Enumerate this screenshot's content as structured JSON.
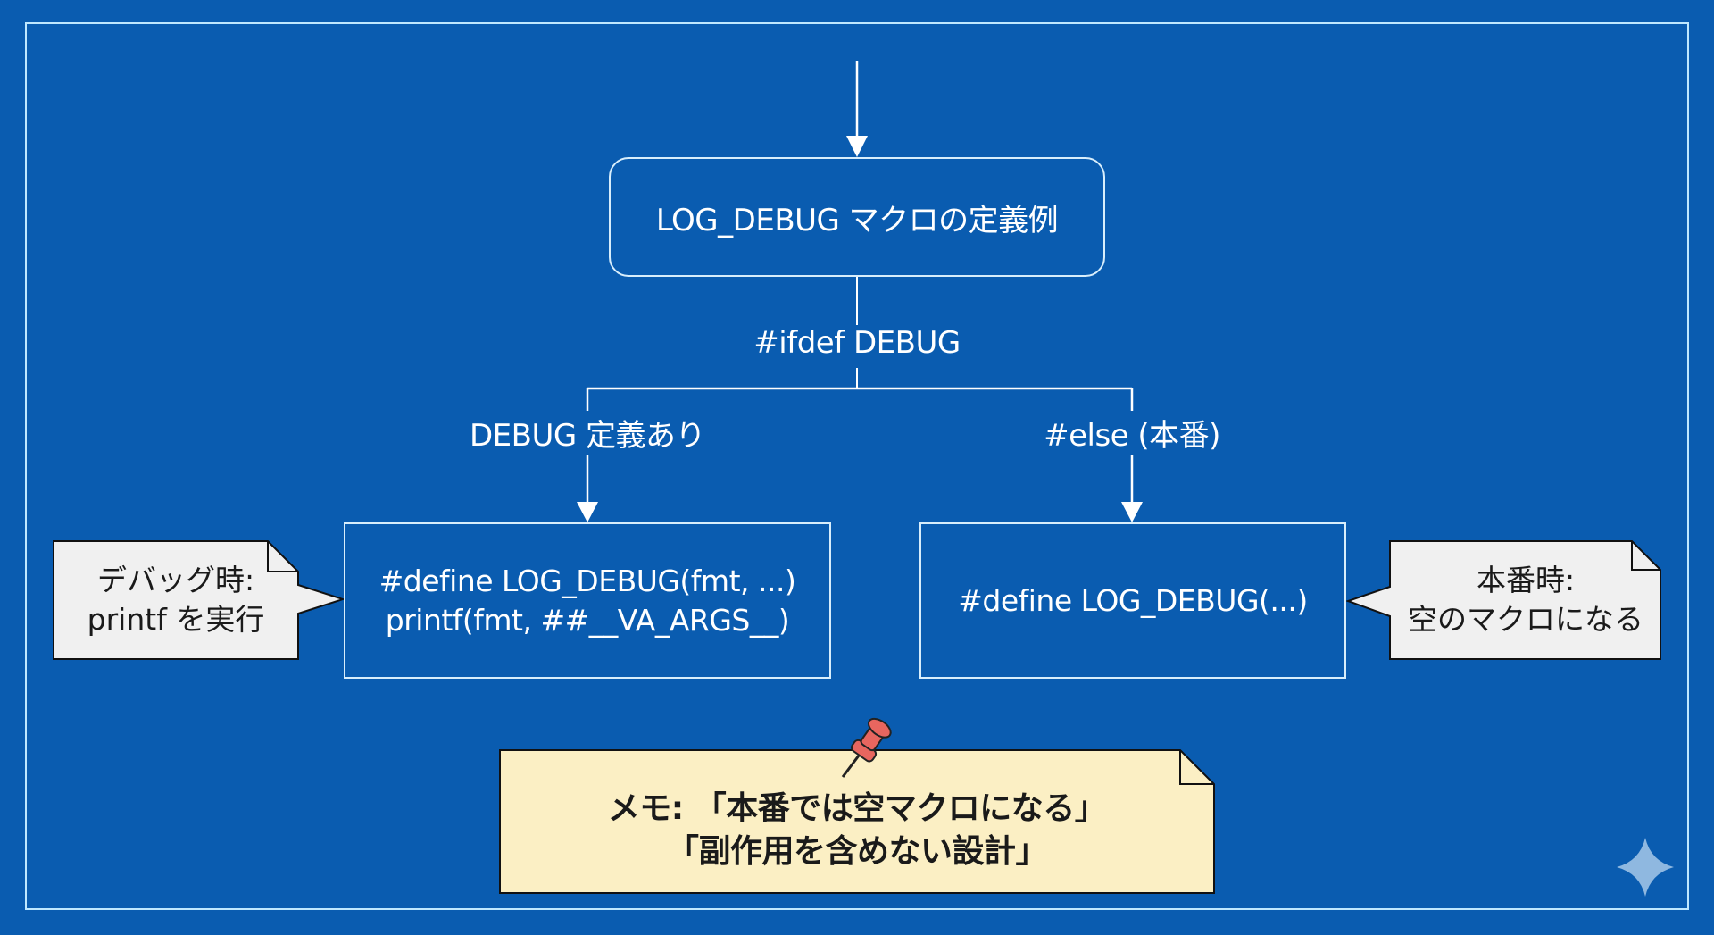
{
  "diagram": {
    "title_box": "LOG_DEBUG マクロの定義例",
    "condition_label": "#ifdef DEBUG",
    "branch_left_label": "DEBUG 定義あり",
    "branch_right_label": "#else (本番)",
    "left_box": {
      "line1": "#define LOG_DEBUG(fmt, ...)",
      "line2": "printf(fmt, ##__VA_ARGS__)"
    },
    "right_box": {
      "line1": "#define LOG_DEBUG(...)"
    },
    "left_callout": {
      "line1": "デバッグ時:",
      "line2": "printf を実行"
    },
    "right_callout": {
      "line1": "本番時:",
      "line2": "空のマクロになる"
    },
    "memo": {
      "line1": "メモ: 「本番では空マクロになる」",
      "line2": "「副作用を含めない設計」"
    }
  },
  "colors": {
    "background": "#0a5cb0",
    "frame": "#bfe8ff",
    "callout": "#f0f0f0",
    "memo": "#fbefc4",
    "pin": "#e8665f",
    "sparkle": "#8fb8e0"
  },
  "icons": {
    "pin": "pushpin-icon",
    "sparkle": "sparkle-icon"
  }
}
